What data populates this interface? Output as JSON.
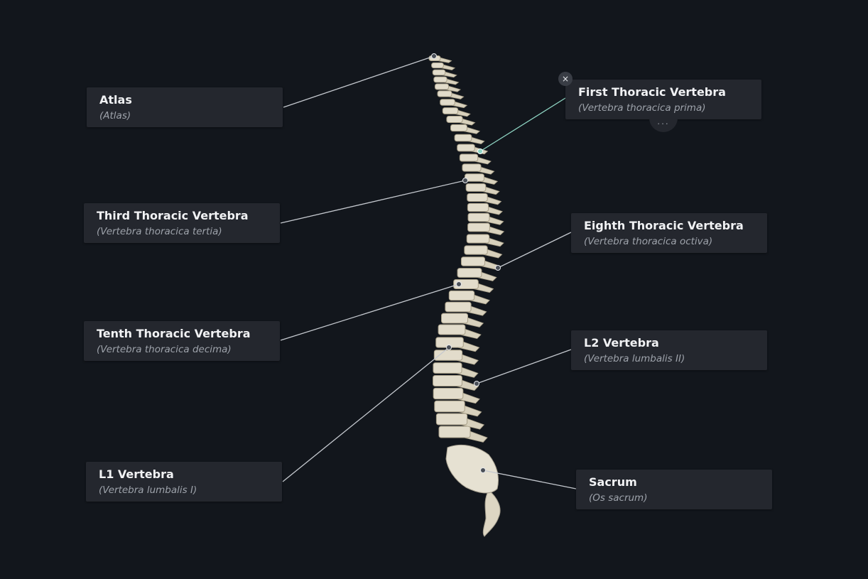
{
  "labels": [
    {
      "id": "atlas",
      "title": "Atlas",
      "latin": "(Atlas)"
    },
    {
      "id": "first-thoracic",
      "title": "First Thoracic Vertebra",
      "latin": "(Vertebra thoracica prima)"
    },
    {
      "id": "third-thoracic",
      "title": "Third Thoracic Vertebra",
      "latin": "(Vertebra thoracica tertia)"
    },
    {
      "id": "eighth-thoracic",
      "title": "Eighth Thoracic Vertebra",
      "latin": "(Vertebra thoracica octiva)"
    },
    {
      "id": "tenth-thoracic",
      "title": "Tenth Thoracic Vertebra",
      "latin": "(Vertebra thoracica decima)"
    },
    {
      "id": "l2",
      "title": "L2 Vertebra",
      "latin": "(Vertebra lumbalis II)"
    },
    {
      "id": "l1",
      "title": "L1 Vertebra",
      "latin": "(Vertebra lumbalis I)"
    },
    {
      "id": "sacrum",
      "title": "Sacrum",
      "latin": "(Os sacrum)"
    }
  ],
  "controls": {
    "close_icon": "×",
    "more_icon": "..."
  },
  "colors": {
    "background": "#12161c",
    "label_bg": "#24272e",
    "leader": "#c5c9cf",
    "selected_leader": "#8fd6c4",
    "bone": "#e2dccb"
  }
}
